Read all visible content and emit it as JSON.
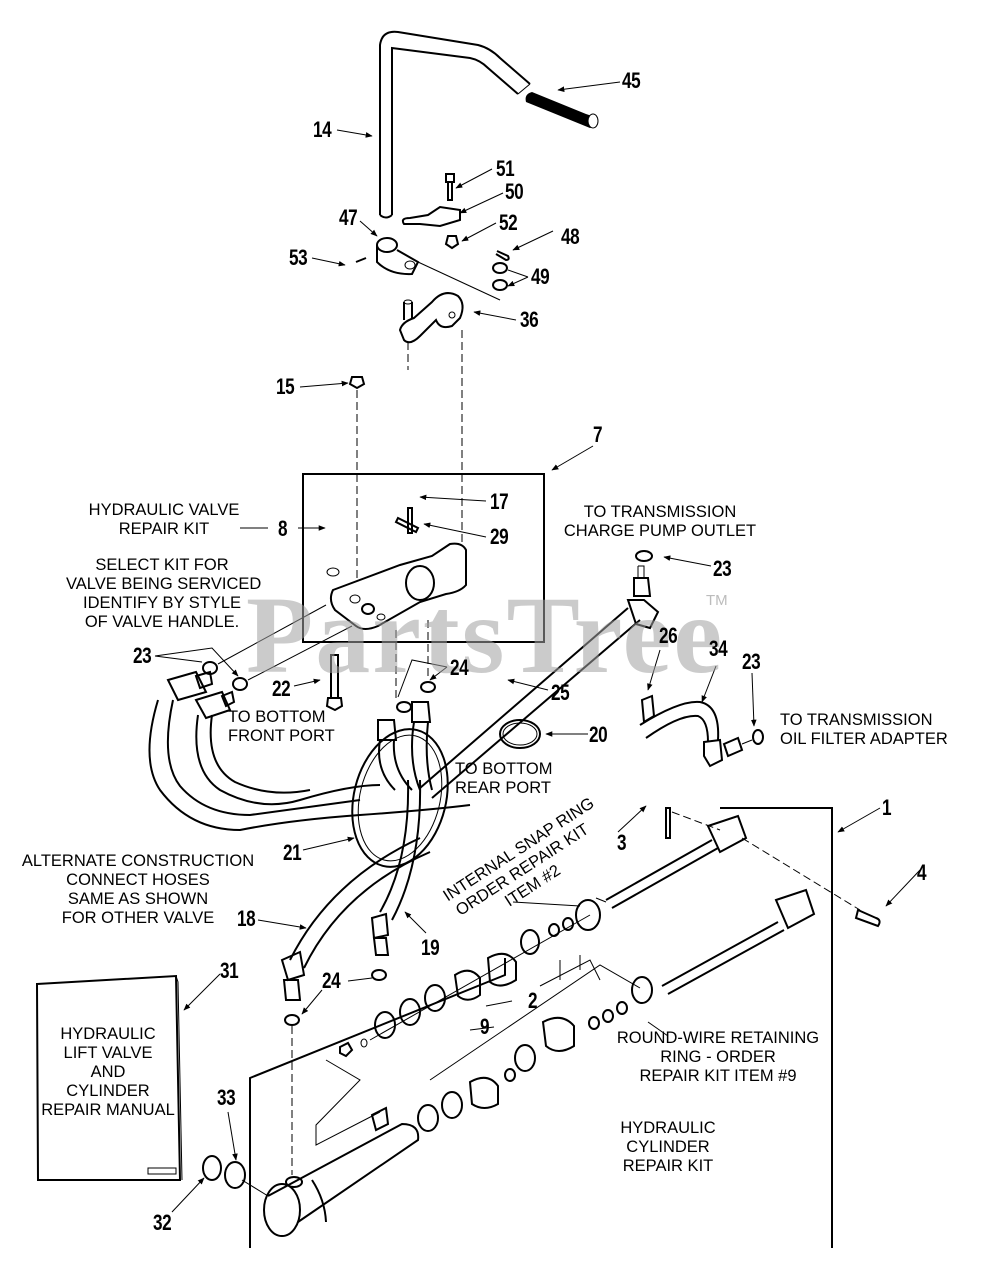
{
  "diagram": {
    "title": "Hydraulic Lift Valve and Cylinder - Exploded Parts Diagram",
    "watermark": "PartsTree",
    "watermark_mark": "TM",
    "callouts": [
      {
        "id": "c45",
        "label": "45"
      },
      {
        "id": "c14",
        "label": "14"
      },
      {
        "id": "c51",
        "label": "51"
      },
      {
        "id": "c50",
        "label": "50"
      },
      {
        "id": "c52",
        "label": "52"
      },
      {
        "id": "c47",
        "label": "47"
      },
      {
        "id": "c48",
        "label": "48"
      },
      {
        "id": "c53",
        "label": "53"
      },
      {
        "id": "c49",
        "label": "49"
      },
      {
        "id": "c36",
        "label": "36"
      },
      {
        "id": "c15",
        "label": "15"
      },
      {
        "id": "c7",
        "label": "7"
      },
      {
        "id": "c17",
        "label": "17"
      },
      {
        "id": "c8",
        "label": "8"
      },
      {
        "id": "c29",
        "label": "29"
      },
      {
        "id": "c23a",
        "label": "23"
      },
      {
        "id": "c23b",
        "label": "23"
      },
      {
        "id": "c23c",
        "label": "23"
      },
      {
        "id": "c26",
        "label": "26"
      },
      {
        "id": "c34",
        "label": "34"
      },
      {
        "id": "c24a",
        "label": "24"
      },
      {
        "id": "c22",
        "label": "22"
      },
      {
        "id": "c25",
        "label": "25"
      },
      {
        "id": "c20",
        "label": "20"
      },
      {
        "id": "c1",
        "label": "1"
      },
      {
        "id": "c3",
        "label": "3"
      },
      {
        "id": "c4",
        "label": "4"
      },
      {
        "id": "c21",
        "label": "21"
      },
      {
        "id": "c18",
        "label": "18"
      },
      {
        "id": "c19",
        "label": "19"
      },
      {
        "id": "c31",
        "label": "31"
      },
      {
        "id": "c24b",
        "label": "24"
      },
      {
        "id": "c2",
        "label": "2"
      },
      {
        "id": "c9",
        "label": "9"
      },
      {
        "id": "c33",
        "label": "33"
      },
      {
        "id": "c32",
        "label": "32"
      }
    ],
    "notes": {
      "valve_kit": [
        "HYDRAULIC VALVE",
        "REPAIR KIT"
      ],
      "select_kit": [
        "SELECT KIT FOR",
        "VALVE BEING SERVICED",
        "IDENTIFY BY STYLE",
        "OF VALVE HANDLE."
      ],
      "charge_pump": [
        "TO TRANSMISSION",
        "CHARGE PUMP OUTLET"
      ],
      "front_port": [
        "TO BOTTOM",
        "FRONT PORT"
      ],
      "rear_port": [
        "TO BOTTOM",
        "REAR PORT"
      ],
      "oil_filter": [
        "TO TRANSMISSION",
        "OIL FILTER ADAPTER"
      ],
      "alternate": [
        "ALTERNATE CONSTRUCTION",
        "CONNECT HOSES",
        "SAME AS SHOWN",
        "FOR OTHER VALVE"
      ],
      "snap_ring": [
        "INTERNAL SNAP RING",
        "ORDER REPAIR KIT",
        "ITEM #2"
      ],
      "round_wire": [
        "ROUND-WIRE RETAINING",
        "RING - ORDER",
        "REPAIR KIT ITEM #9"
      ],
      "cylinder_kit": [
        "HYDRAULIC",
        "CYLINDER",
        "REPAIR KIT"
      ],
      "manual": [
        "HYDRAULIC",
        "LIFT VALVE",
        "AND",
        "CYLINDER",
        "REPAIR MANUAL"
      ]
    }
  }
}
